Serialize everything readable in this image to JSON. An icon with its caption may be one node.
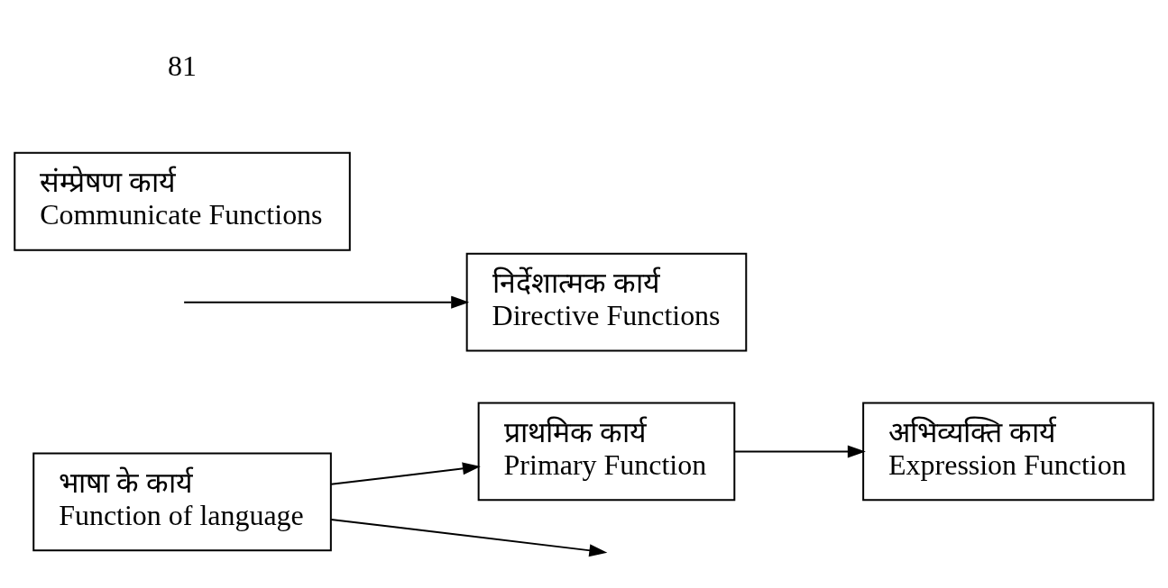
{
  "diagram": {
    "nodes": [
      {
        "text": [
          "भाषा के कार्य",
          "Function of language"
        ]
      },
      {
        "text": [
          "प्राथमिक कार्य",
          "Primary Function"
        ]
      },
      {
        "text": [
          "अभिव्यक्ति कार्य",
          "Expression Function"
        ]
      },
      {
        "text": [
          "निर्देशात्मक कार्य",
          "Directive Functions"
        ]
      },
      {
        "text": [
          "संम्प्रेषण कार्य",
          "Communicate Functions"
        ]
      }
    ],
    "edges": [
      {
        "from": 0,
        "to": 1,
        "arrow": "to"
      },
      {
        "from": 1,
        "to": 2,
        "arrow": "to"
      },
      {
        "from": 0,
        "to": null,
        "arrow": "to"
      },
      {
        "from": null,
        "to": 3,
        "arrow": "to"
      }
    ],
    "labels": [
      "81"
    ]
  }
}
